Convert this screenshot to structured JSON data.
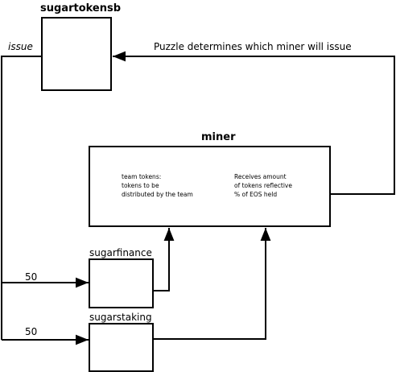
{
  "nodes": {
    "sugartokensb": {
      "label": "sugartokensb"
    },
    "miner": {
      "label": "miner",
      "left_text": [
        "team tokens:",
        "tokens to be",
        "distributed by the team"
      ],
      "right_text": [
        "Receives amount",
        "of tokens reflective",
        "% of EOS held"
      ]
    },
    "sugarfinance": {
      "label": "sugarfinance"
    },
    "sugarstaking": {
      "label": "sugarstaking"
    }
  },
  "edges": {
    "issue": {
      "label": "issue"
    },
    "puzzle": {
      "label": "Puzzle determines which miner will issue"
    },
    "to_finance": {
      "label": "50"
    },
    "to_staking": {
      "label": "50"
    }
  },
  "colors": {
    "stroke": "#000000",
    "background": "#ffffff"
  }
}
